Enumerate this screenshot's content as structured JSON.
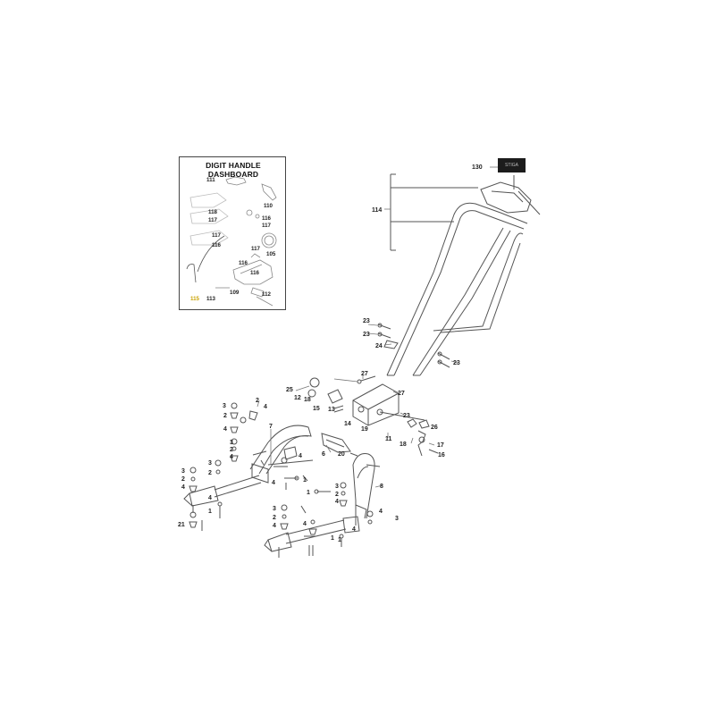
{
  "inset": {
    "title": "DIGIT HANDLE DASHBOARD",
    "labels": [
      {
        "id": "i111",
        "text": "111"
      },
      {
        "id": "i118",
        "text": "118"
      },
      {
        "id": "i116a",
        "text": "116"
      },
      {
        "id": "i117a",
        "text": "117"
      },
      {
        "id": "i116b",
        "text": "116"
      },
      {
        "id": "i117b",
        "text": "117"
      },
      {
        "id": "i110",
        "text": "110"
      },
      {
        "id": "i117c",
        "text": "117"
      },
      {
        "id": "i116c",
        "text": "116"
      },
      {
        "id": "i117d",
        "text": "117"
      },
      {
        "id": "i105",
        "text": "105"
      },
      {
        "id": "i116d",
        "text": "116"
      },
      {
        "id": "i109",
        "text": "109"
      },
      {
        "id": "i115",
        "text": "115",
        "color": "#c9a200"
      },
      {
        "id": "i113",
        "text": "113"
      },
      {
        "id": "i112",
        "text": "112"
      }
    ]
  },
  "badge": {
    "text": "STIGA"
  },
  "colors": {
    "line": "#555555",
    "text": "#222222",
    "highlight": "#c9a200"
  },
  "callouts": [
    {
      "id": "c130",
      "text": "130"
    },
    {
      "id": "c114",
      "text": "114"
    },
    {
      "id": "c23a",
      "text": "23"
    },
    {
      "id": "c24",
      "text": "24"
    },
    {
      "id": "c23b",
      "text": "23"
    },
    {
      "id": "c23c",
      "text": "23"
    },
    {
      "id": "c27a",
      "text": "27"
    },
    {
      "id": "c25",
      "text": "25"
    },
    {
      "id": "c12",
      "text": "12"
    },
    {
      "id": "c18a",
      "text": "18"
    },
    {
      "id": "c27b",
      "text": "27"
    },
    {
      "id": "c15",
      "text": "15"
    },
    {
      "id": "c13",
      "text": "13"
    },
    {
      "id": "c23d",
      "text": "23"
    },
    {
      "id": "c14",
      "text": "14"
    },
    {
      "id": "c19",
      "text": "19"
    },
    {
      "id": "c11",
      "text": "11"
    },
    {
      "id": "c26",
      "text": "26"
    },
    {
      "id": "c18b",
      "text": "18"
    },
    {
      "id": "c17",
      "text": "17"
    },
    {
      "id": "c16",
      "text": "16"
    },
    {
      "id": "c6",
      "text": "6"
    },
    {
      "id": "c20",
      "text": "20"
    },
    {
      "id": "c3a",
      "text": "3"
    },
    {
      "id": "c2a",
      "text": "2"
    },
    {
      "id": "c4a",
      "text": "4"
    },
    {
      "id": "c2b",
      "text": "2"
    },
    {
      "id": "c4b",
      "text": "4"
    },
    {
      "id": "c7",
      "text": "7"
    },
    {
      "id": "c3b",
      "text": "3"
    },
    {
      "id": "c2c",
      "text": "2"
    },
    {
      "id": "c4c",
      "text": "4"
    },
    {
      "id": "c3c",
      "text": "3"
    },
    {
      "id": "c2d",
      "text": "2"
    },
    {
      "id": "c4d",
      "text": "4"
    },
    {
      "id": "c4e",
      "text": "4"
    },
    {
      "id": "c1a",
      "text": "1"
    },
    {
      "id": "c3d",
      "text": "3"
    },
    {
      "id": "c2e",
      "text": "2"
    },
    {
      "id": "c4f",
      "text": "4"
    },
    {
      "id": "c4g",
      "text": "4"
    },
    {
      "id": "c1b",
      "text": "1"
    },
    {
      "id": "c21",
      "text": "21"
    },
    {
      "id": "c8",
      "text": "8"
    },
    {
      "id": "c3e",
      "text": "3"
    },
    {
      "id": "c2f",
      "text": "2"
    },
    {
      "id": "c4h",
      "text": "4"
    },
    {
      "id": "c1c",
      "text": "1"
    },
    {
      "id": "c3f",
      "text": "3"
    },
    {
      "id": "c2g",
      "text": "2"
    },
    {
      "id": "c4i",
      "text": "4"
    },
    {
      "id": "c4j",
      "text": "4"
    },
    {
      "id": "c3g",
      "text": "3"
    },
    {
      "id": "c4k",
      "text": "4"
    },
    {
      "id": "c1d",
      "text": "1"
    },
    {
      "id": "c4l",
      "text": "4"
    },
    {
      "id": "c1e",
      "text": "1"
    }
  ]
}
